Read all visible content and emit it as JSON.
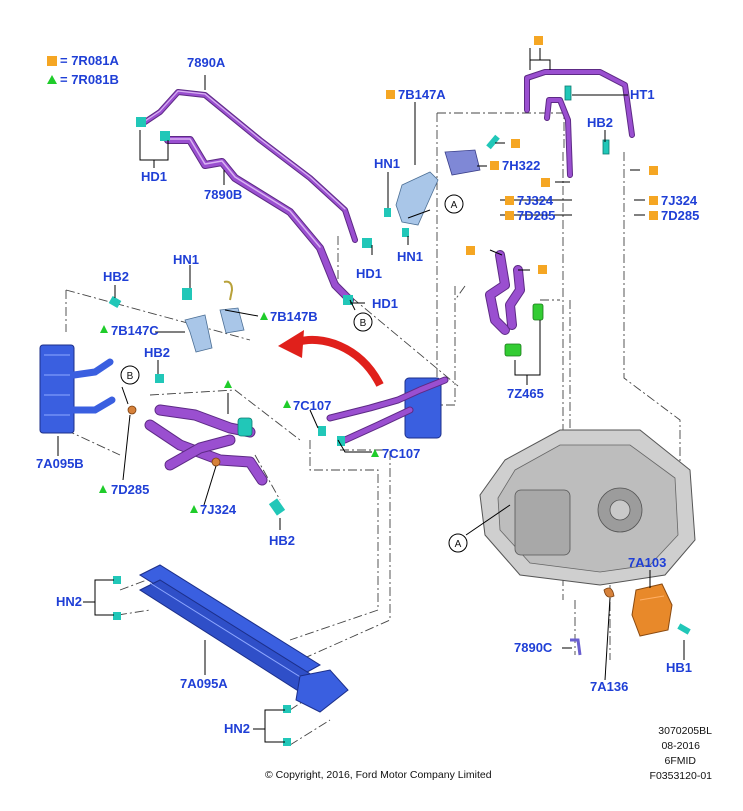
{
  "legend": [
    {
      "marker": "square",
      "color": "#f5a623",
      "text": "= 7R081A"
    },
    {
      "marker": "triangle",
      "color": "#1fcc2a",
      "text": "= 7R081B"
    }
  ],
  "labels": {
    "l7890A": "7890A",
    "l7890B": "7890B",
    "lHD1a": "HD1",
    "lHD1b": "HD1",
    "lHD1c": "HD1",
    "l7B147A": "7B147A",
    "lHN1a": "HN1",
    "lHN1b": "HN1",
    "lHN1c": "HN1",
    "l7H322": "7H322",
    "lHT1": "HT1",
    "lHB2a": "HB2",
    "l7J324a": "7J324",
    "l7D285a": "7D285",
    "l7J324b": "7J324",
    "l7D285b": "7D285",
    "lHB2b": "HB2",
    "l7B147C": "7B147C",
    "l7B147B": "7B147B",
    "lHB2c": "HB2",
    "l7A095B": "7A095B",
    "l7D285c": "7D285",
    "l7J324c": "7J324",
    "lHB2d": "HB2",
    "l7C107a": "7C107",
    "l7C107b": "7C107",
    "l7Z465": "7Z465",
    "l7A103": "7A103",
    "l7890C": "7890C",
    "l7A136": "7A136",
    "lHB1": "HB1",
    "lHN2a": "HN2",
    "l7A095A": "7A095A",
    "lHN2b": "HN2"
  },
  "callouts": {
    "A": "A",
    "B": "B"
  },
  "footer": {
    "copyright": "© Copyright, 2016, Ford Motor Company Limited",
    "doc_number": "3070205BL",
    "date": "08-2016",
    "model": "6FMID",
    "figure": "F0353120-01"
  },
  "colors": {
    "label": "#1f3fd6",
    "tube": "#9a4fd0",
    "cooler": "#3a5fe0",
    "bracket": "#a9c6e8",
    "fitting": "#21c7b8",
    "module": "#e8892a"
  }
}
